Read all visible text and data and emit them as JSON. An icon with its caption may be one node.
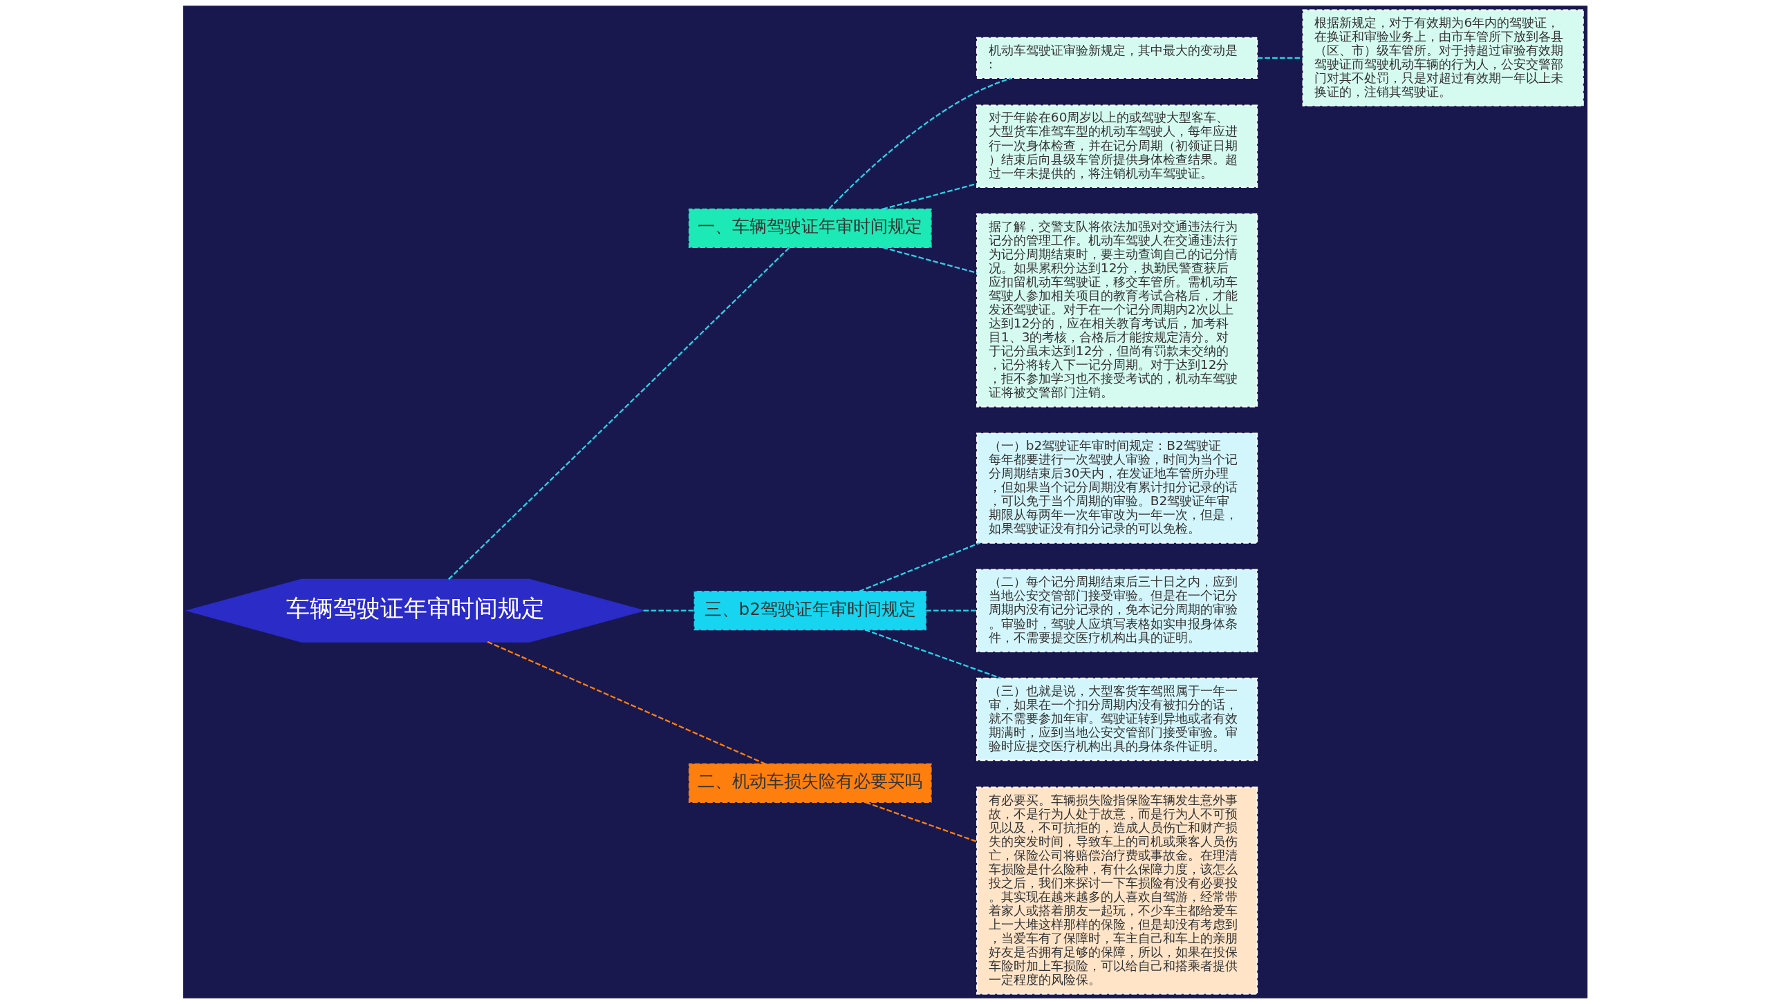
{
  "diagram": {
    "nodes": [
      {
        "text": [
          "车辆驾驶证年审时间规定"
        ]
      },
      {
        "text": [
          "一、车辆驾驶证年审时间规定"
        ]
      },
      {
        "text": [
          "机动车驾驶证审验新规定，其中最大的变动是:"
        ]
      },
      {
        "text": [
          "根据新规定，对于有效期为6年内的驾驶证，在换证和审验业务上，由市车管所下放到各县（区、市）级车管所。对于持超过审验有效期驾驶证而驾驶机动车辆的行为人，公安交警部门对其不处罚，只是对超过有效期一年以上未换证的，注销其驾驶证。"
        ]
      },
      {
        "text": [
          "对于年龄在60周岁以上的或驾驶大型客车、大型货车准驾车型的机动车驾驶人，每年应进行一次身体检查，并在记分周期（初领证日期）结束后向县级车管所提供身体检查结果。超过一年未提供的，将注销机动车驾驶证。"
        ]
      },
      {
        "text": [
          "据了解，交警支队将依法加强对交通违法行为记分的管理工作。机动车驾驶人在交通违法行为记分周期结束时，要主动查询自己的记分情况。如果累积分达到12分，执勤民警查获后应扣留机动车驾驶证，移交车管所。需机动车驾驶人参加相关项目的教育考试合格后，才能发还驾驶证。对于在一个记分周期内2次以上达到12分的，应在相关教育考试后，加考科目1、3的考核，合格后才能按规定清分。对于记分虽未达到12分，但尚有罚款未交纳的，记分将转入下一记分周期。对于达到12分，拒不参加学习也不接受考试的，机动车驾驶证将被交警部门注销。"
        ]
      },
      {
        "text": [
          "三、b2驾驶证年审时间规定"
        ]
      },
      {
        "text": [
          "（一）b2驾驶证年审时间规定：B2驾驶证每年都要进行一次驾驶人审验，时间为当个记分周期结束后30天内，在发证地车管所办理，但如果当个记分周期没有累计扣分记录的话，可以免于当个周期的审验。B2驾驶证年审期限从每两年一次年审改为一年一次，但是，如果驾驶证没有扣分记录的可以免检。"
        ]
      },
      {
        "text": [
          "（二）每个记分周期结束后三十日之内，应到当地公安交管部门接受审验。但是在一个记分周期内没有记分记录的，免本记分周期的审验。审验时，驾驶人应填写表格如实申报身体条件，不需要提交医疗机构出具的证明。"
        ]
      },
      {
        "text": [
          "（三）也就是说，大型客货车驾照属于一年一审，如果在一个扣分周期内没有被扣分的话，就不需要参加年审。驾驶证转到异地或者有效期满时，应到当地公安交管部门接受审验。审验时应提交医疗机构出具的身体条件证明。"
        ]
      },
      {
        "text": [
          "二、机动车损失险有必要买吗"
        ]
      },
      {
        "text": [
          "有必要买。车辆损失险指保险车辆发生意外事故，不是行为人处于故意，而是行为人不可预见以及，不可抗拒的，造成人员伤亡和财产损失的突发时间，导致车上的司机或乘客人员伤亡，保险公司将赔偿治疗费或事故金。在理清车损险是什么险种，有什么保障力度，该怎么投之后，我们来探讨一下车损险有没有必要投。其实现在越来越多的人喜欢自驾游，经常带着家人或搭着朋友一起玩，不少车主都给爱车上一大堆这样那样的保险，但是却没有考虑到，当爱车有了保障时，车主自己和车上的亲朋好友是否拥有足够的保障，所以，如果在投保车险时加上车损险，可以给自己和搭乘者提供一定程度的风险保。"
        ]
      }
    ],
    "edges": [
      {
        "from": 0,
        "to": 1,
        "arrow": "none",
        "style": "dashed"
      },
      {
        "from": 1,
        "to": 2,
        "arrow": "none",
        "style": "dashed"
      },
      {
        "from": 2,
        "to": 3,
        "arrow": "none",
        "style": "dashed"
      },
      {
        "from": 1,
        "to": 4,
        "arrow": "none",
        "style": "dashed"
      },
      {
        "from": 1,
        "to": 5,
        "arrow": "none",
        "style": "dashed"
      },
      {
        "from": 0,
        "to": 6,
        "arrow": "none",
        "style": "dashed"
      },
      {
        "from": 6,
        "to": 7,
        "arrow": "none",
        "style": "dashed"
      },
      {
        "from": 6,
        "to": 8,
        "arrow": "none",
        "style": "dashed"
      },
      {
        "from": 6,
        "to": 9,
        "arrow": "none",
        "style": "dashed"
      },
      {
        "from": 0,
        "to": 10,
        "arrow": "none",
        "style": "dashed",
        "color": "#ff7f0e"
      },
      {
        "from": 10,
        "to": 11,
        "arrow": "none",
        "style": "dashed",
        "color": "#ff7f0e"
      }
    ]
  }
}
